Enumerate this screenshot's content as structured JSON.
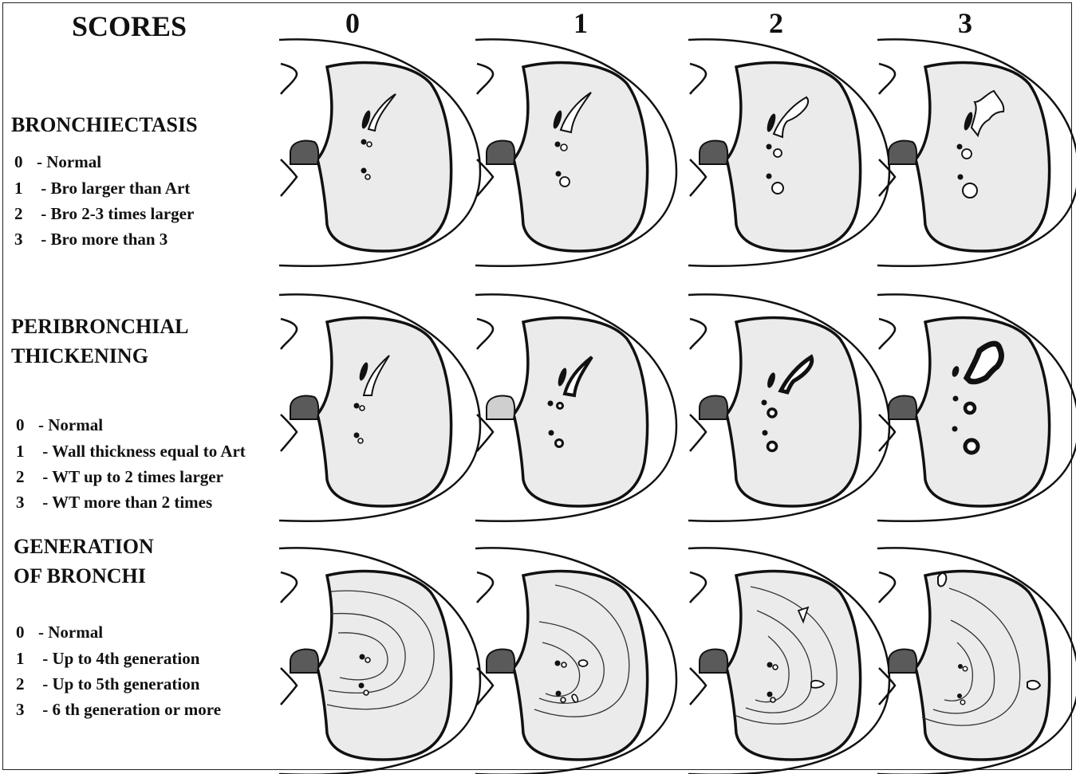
{
  "header": {
    "scores_label": "SCORES",
    "columns": [
      "0",
      "1",
      "2",
      "3"
    ]
  },
  "rows": [
    {
      "title_lines": [
        "BRONCHIECTASIS"
      ],
      "criteria": [
        {
          "num": "0",
          "text": "-  Normal"
        },
        {
          "num": "1",
          "text": " - Bro larger than Art"
        },
        {
          "num": "2",
          "text": " - Bro 2-3 times larger"
        },
        {
          "num": "3",
          "text": " - Bro more than 3"
        }
      ]
    },
    {
      "title_lines": [
        "PERIBRONCHIAL",
        "THICKENING"
      ],
      "criteria": [
        {
          "num": "0",
          "text": "-  Normal"
        },
        {
          "num": "1",
          "text": " - Wall thickness equal to Art"
        },
        {
          "num": "2",
          "text": " - WT up to  2 times larger"
        },
        {
          "num": "3",
          "text": " - WT more than 2 times"
        }
      ]
    },
    {
      "title_lines": [
        "GENERATION",
        "OF BRONCHI"
      ],
      "criteria": [
        {
          "num": "0",
          "text": "-  Normal"
        },
        {
          "num": "1",
          "text": " - Up to 4th generation"
        },
        {
          "num": "2",
          "text": " - Up to 5th generation"
        },
        {
          "num": "3",
          "text": " - 6 th generation or more"
        }
      ]
    }
  ],
  "colors": {
    "lung_fill": "#ebebeb",
    "vessel_fill": "#5a5a5a",
    "vessel_light_fill": "#cfcfcf",
    "outline": "#111111"
  }
}
